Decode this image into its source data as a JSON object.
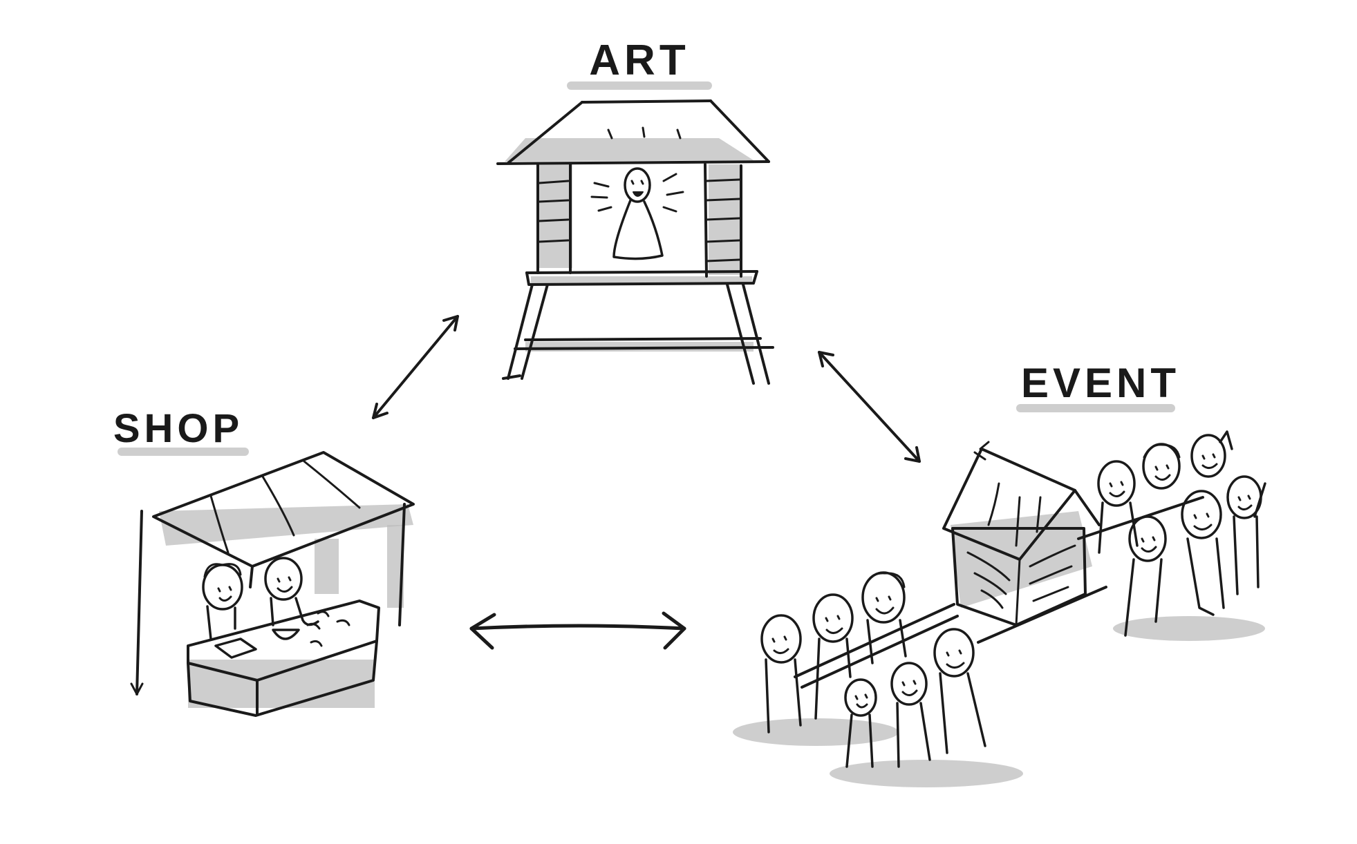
{
  "labels": {
    "art": "ART",
    "shop": "SHOP",
    "event": "EVENT"
  },
  "colors": {
    "ink": "#1a1a1a",
    "shadow": "#bdbdbd",
    "background": "#ffffff"
  }
}
